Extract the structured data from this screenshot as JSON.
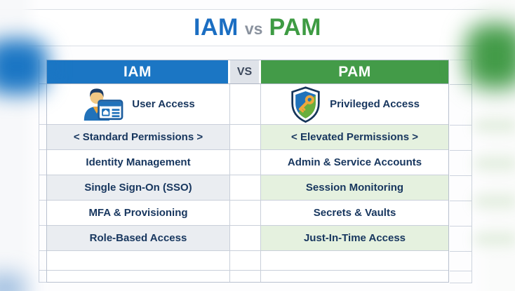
{
  "title": {
    "iam": "IAM",
    "vs": "vs",
    "pam": "PAM"
  },
  "table": {
    "header": {
      "iam": "IAM",
      "vs": "VS",
      "pam": "PAM"
    },
    "rows": [
      {
        "iam": "User Access",
        "pam": "Privileged Access"
      },
      {
        "iam": "< Standard Permissions >",
        "pam": "< Elevated Permissions >"
      },
      {
        "iam": "Identity Management",
        "pam": "Admin & Service Accounts"
      },
      {
        "iam": "Single Sign-On (SSO)",
        "pam": "Session Monitoring"
      },
      {
        "iam": "MFA & Provisioning",
        "pam": "Secrets & Vaults"
      },
      {
        "iam": "Role-Based Access",
        "pam": "Just-In-Time Access"
      },
      {
        "iam": "",
        "pam": ""
      },
      {
        "iam": "",
        "pam": ""
      }
    ]
  },
  "icons": {
    "iam_row_icon": "user-id-card-icon",
    "pam_row_icon": "shield-key-icon"
  },
  "colors": {
    "iam_blue": "#1b76c4",
    "pam_green": "#439b48",
    "title_gray": "#8a929e",
    "shaded_gray_row": "#eaedf1",
    "shaded_green_row": "#e5f1df",
    "cell_text_navy": "#17365e",
    "key_orange": "#f0a73c"
  }
}
